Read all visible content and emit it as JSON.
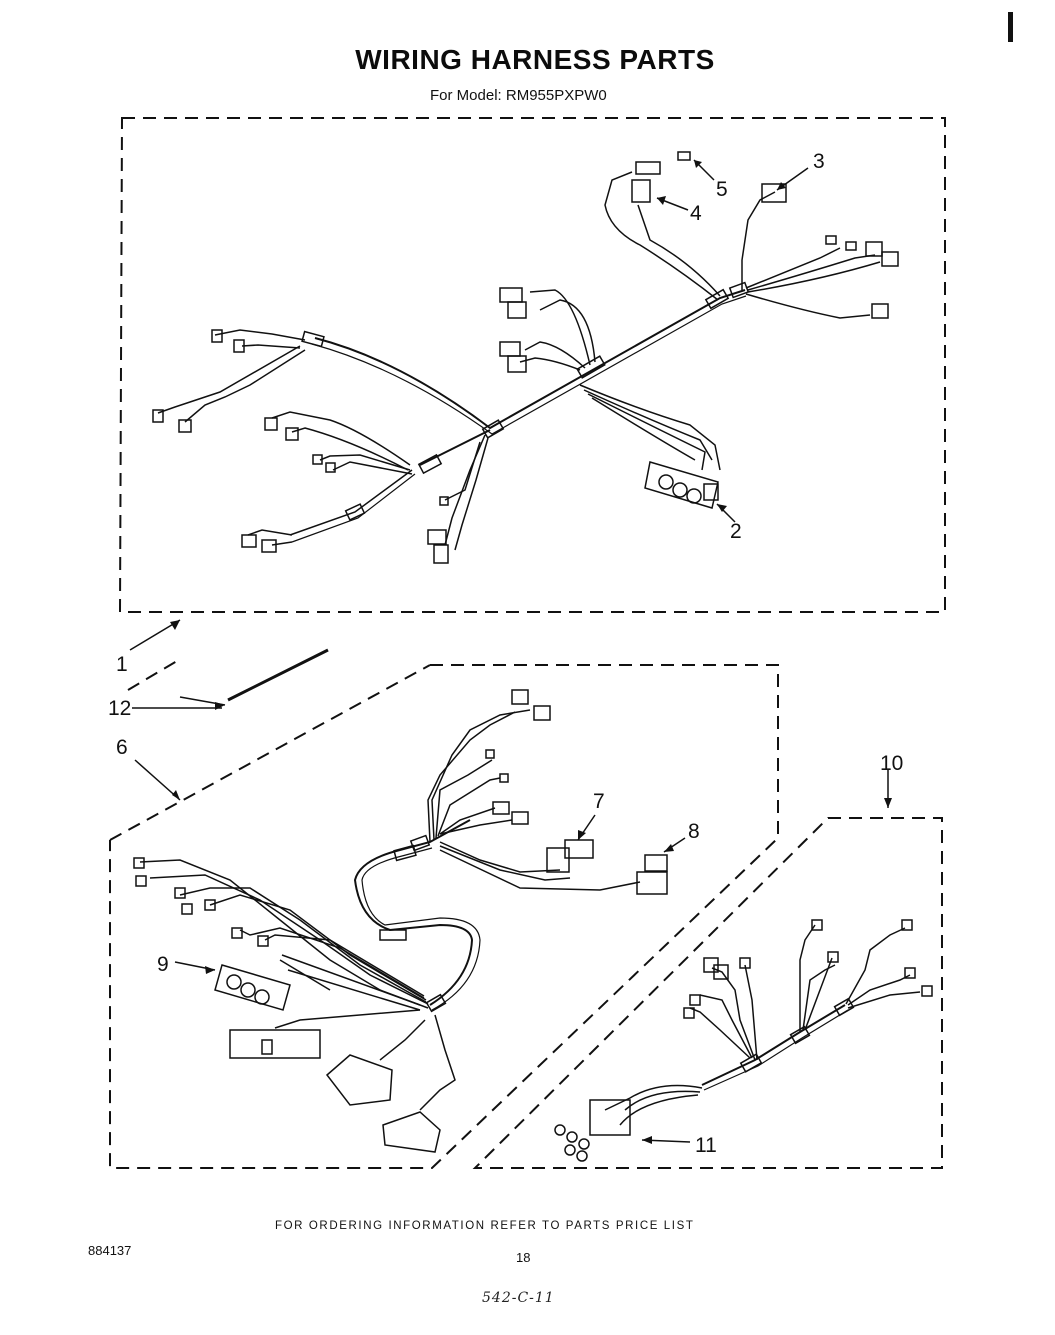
{
  "header": {
    "title": "WIRING HARNESS PARTS",
    "model_label": "For Model:",
    "model_number": "RM955PXPW0"
  },
  "callouts": {
    "c1": "1",
    "c2": "2",
    "c3": "3",
    "c4": "4",
    "c5": "5",
    "c6": "6",
    "c7": "7",
    "c8": "8",
    "c9": "9",
    "c10": "10",
    "c11": "11",
    "c12": "12"
  },
  "footer": {
    "ordering_note": "FOR ORDERING INFORMATION REFER TO PARTS PRICE LIST",
    "doc_number": "884137",
    "page_number": "18",
    "handwritten_note": "542-C-11"
  }
}
